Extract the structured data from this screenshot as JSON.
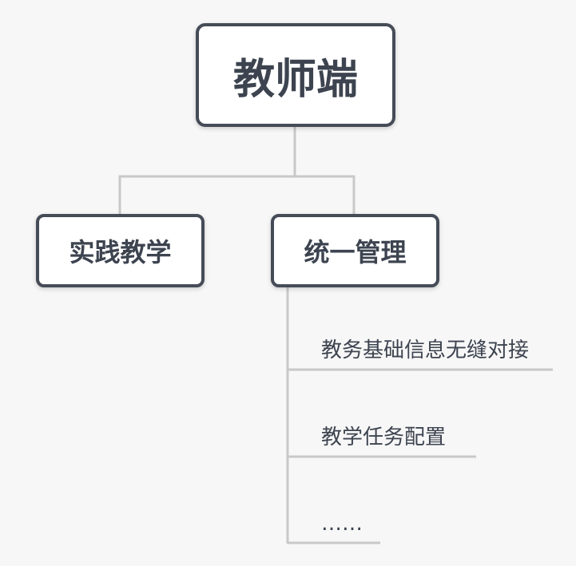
{
  "diagram": {
    "root": {
      "label": "教师端"
    },
    "children": [
      {
        "label": "实践教学",
        "items": []
      },
      {
        "label": "统一管理",
        "items": [
          {
            "label": "教务基础信息无缝对接"
          },
          {
            "label": "教学任务配置"
          },
          {
            "label": "……"
          }
        ]
      }
    ]
  },
  "colors": {
    "background": "#f7f7f7",
    "node_border": "#454c57",
    "node_fill": "#ffffff",
    "text": "#3d4450",
    "connector": "#c8c8c8"
  }
}
